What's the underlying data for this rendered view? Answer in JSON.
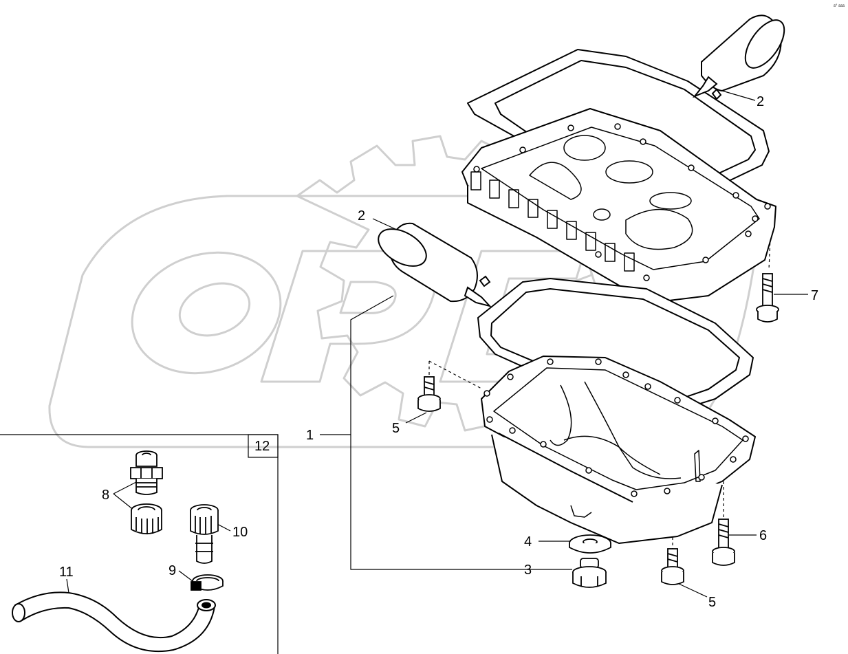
{
  "corner_code": "s° sss",
  "watermark": {
    "text": "OPEX",
    "color": "#cfcfcf"
  },
  "callouts": {
    "c1": "1",
    "c2_top": "2",
    "c2_mid": "2",
    "c3": "3",
    "c4": "4",
    "c5_upper": "5",
    "c5_lower": "5",
    "c6": "6",
    "c7": "7",
    "c8": "8",
    "c9": "9",
    "c10": "10",
    "c11": "11",
    "c12": "12"
  },
  "colors": {
    "line": "#000000",
    "background": "#ffffff"
  }
}
